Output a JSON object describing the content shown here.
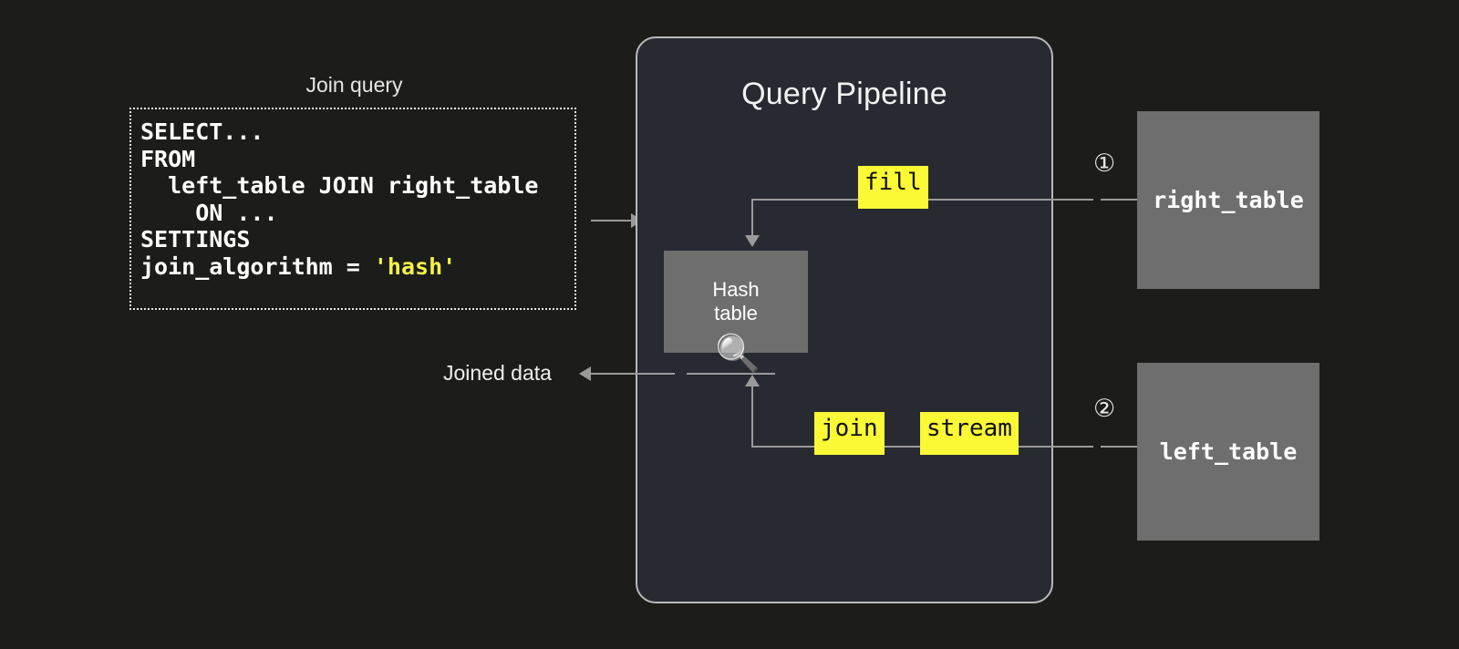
{
  "diagram": {
    "title": "Query Pipeline",
    "background_color": "#1c1c1a",
    "panel_color": "#272a31",
    "box_color": "#6e6e6e",
    "highlight_color": "#fbf836",
    "line_color": "#9a9a9a"
  },
  "query": {
    "caption": "Join query",
    "code_lines": [
      "SELECT...",
      "FROM",
      "  left_table JOIN right_table",
      "    ON ...",
      "SETTINGS",
      "join_algorithm = "
    ],
    "setting_value": "'hash'"
  },
  "pipeline": {
    "title": "Query Pipeline",
    "hash_table_line1": "Hash",
    "hash_table_line2": "table",
    "magnifier_icon": "🔍",
    "output_label": "Joined data"
  },
  "tags": {
    "fill": "fill",
    "join": "join",
    "stream": "stream"
  },
  "sources": [
    {
      "marker": "①",
      "name": "right_table"
    },
    {
      "marker": "②",
      "name": "left_table"
    }
  ]
}
